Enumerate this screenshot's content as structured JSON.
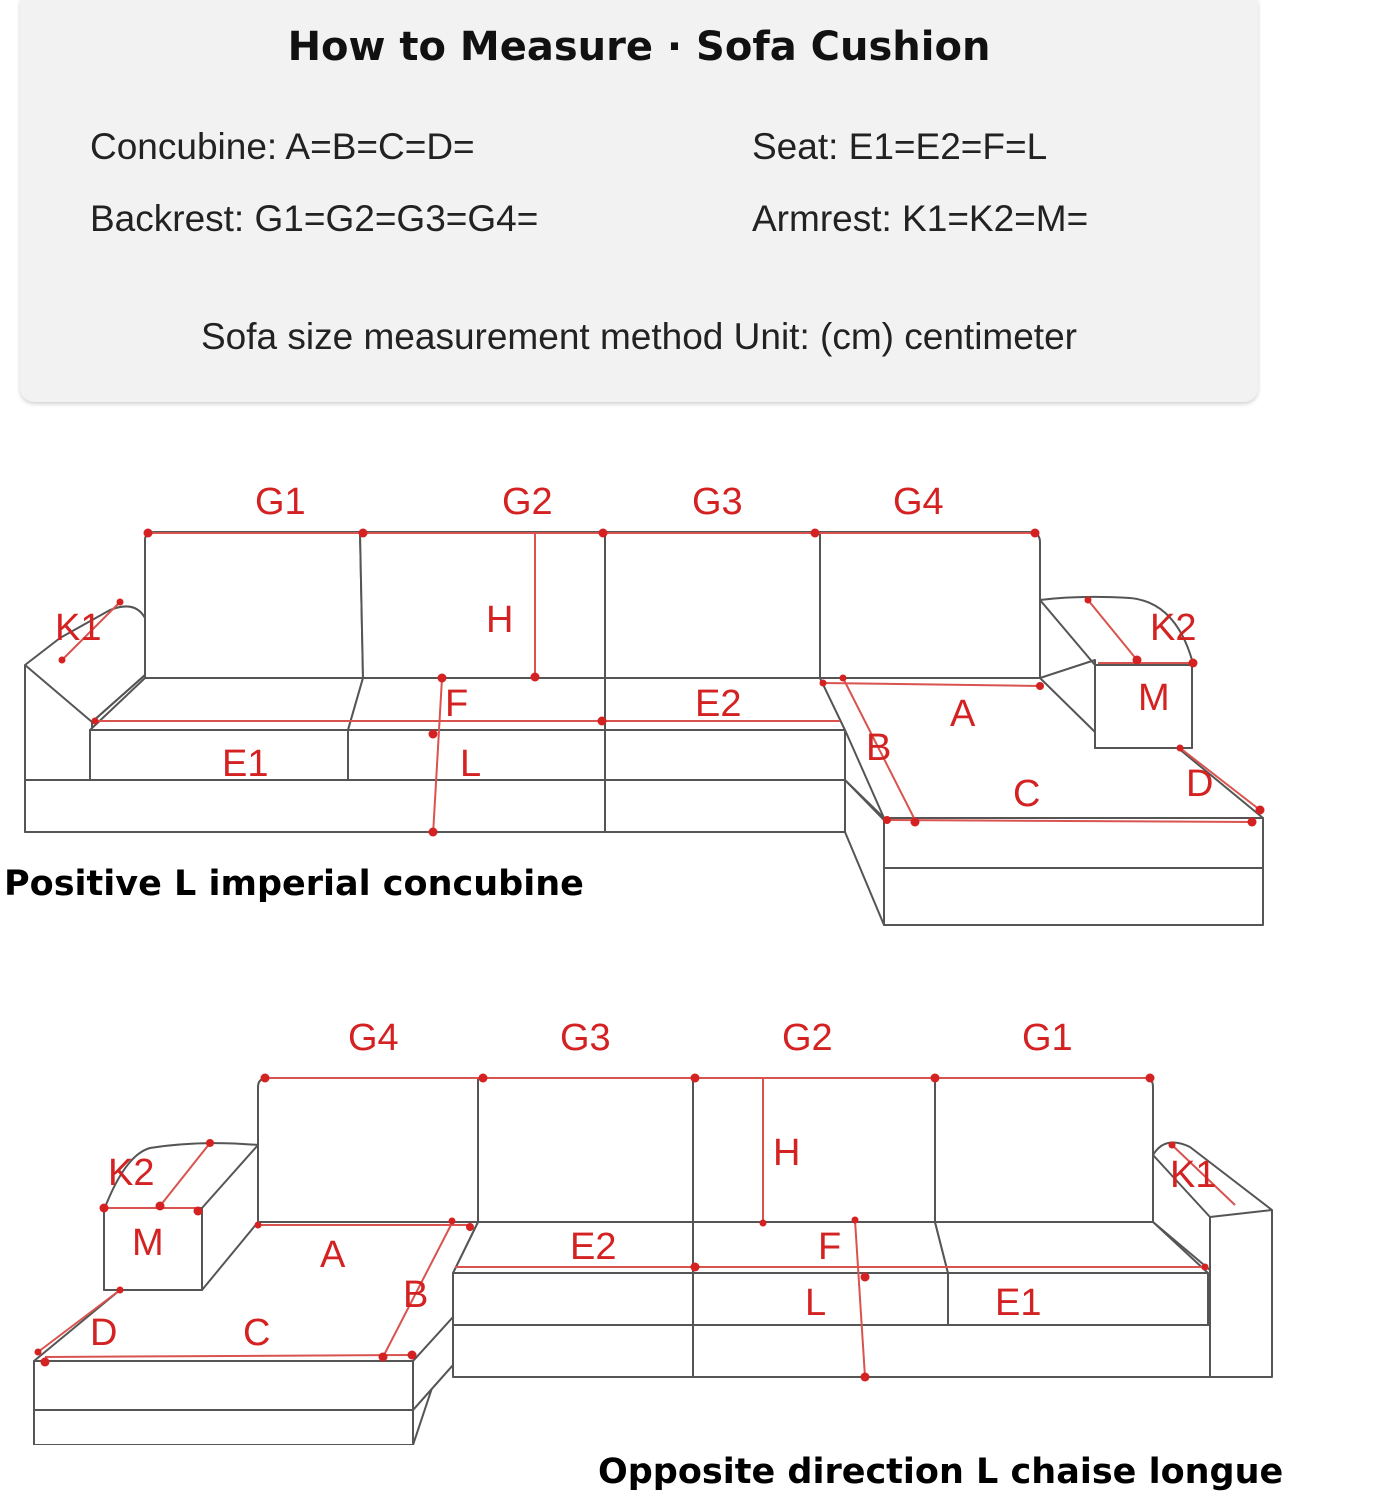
{
  "header": {
    "title": "How to Measure · Sofa Cushion",
    "concubine": "Concubine: A=B=C=D=",
    "seat": "Seat: E1=E2=F=L",
    "backrest": "Backrest: G1=G2=G3=G4=",
    "armrest": "Armrest: K1=K2=M=",
    "unit_note": "Sofa size measurement method Unit: (cm) centimeter"
  },
  "diagram1": {
    "caption": "Positive L imperial concubine",
    "labels": {
      "g1": "G1",
      "g2": "G2",
      "g3": "G3",
      "g4": "G4",
      "h": "H",
      "k1": "K1",
      "k2": "K2",
      "m": "M",
      "f": "F",
      "e1": "E1",
      "e2": "E2",
      "l": "L",
      "a": "A",
      "b": "B",
      "c": "C",
      "d": "D"
    }
  },
  "diagram2": {
    "caption": "Opposite direction L chaise longue",
    "labels": {
      "g4": "G4",
      "g3": "G3",
      "g2": "G2",
      "g1": "G1",
      "h": "H",
      "k2": "K2",
      "k1": "K1",
      "m": "M",
      "a": "A",
      "b": "B",
      "c": "C",
      "d": "D",
      "e2": "E2",
      "f": "F",
      "l": "L",
      "e1": "E1"
    }
  },
  "colors": {
    "measure": "#d42222",
    "outline": "#555555",
    "panel": "#f2f2f2"
  }
}
